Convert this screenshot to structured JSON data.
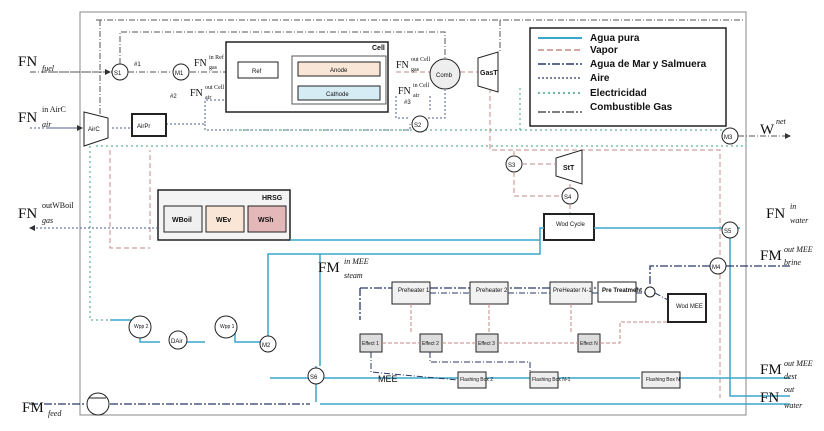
{
  "external_labels": {
    "fn_fuel": {
      "main": "FN",
      "sub": "fuel"
    },
    "fn_air": {
      "main": "FN",
      "sup": "in AirC",
      "sub": "air"
    },
    "fn_gas": {
      "main": "FN",
      "sup": "outWBoil",
      "sub": "gas"
    },
    "fm_feed": {
      "main": "FM",
      "sub": "feed"
    },
    "w_net": {
      "main": "W",
      "sup": "net"
    },
    "fn_water_in": {
      "main": "FN",
      "sup": "in",
      "sub": "water"
    },
    "fm_brine": {
      "main": "FM",
      "sup": "out MEE",
      "sub": "brine"
    },
    "fm_dest": {
      "main": "FM",
      "sup": "out MEE",
      "sub": "dest"
    },
    "fn_water_out": {
      "main": "FN",
      "sup": "out",
      "sub": "water"
    },
    "fm_steam": {
      "main": "FM",
      "sup": "in MEE",
      "sub": "steam"
    }
  },
  "stream_labels": {
    "fn_ref": {
      "main": "FN",
      "sup": "in Ref",
      "sub": "gas"
    },
    "fn_air_cell": {
      "main": "FN",
      "sup": "out Cell",
      "sub": "air"
    },
    "fn_gas_cell": {
      "main": "FN",
      "sup": "out Cell",
      "sub": "gas"
    },
    "fn_air_in_cell": {
      "main": "FN",
      "sup": "in Cell",
      "sub": "air"
    },
    "n1": "#1",
    "n2": "#2",
    "n3": "#3"
  },
  "nodes": {
    "s1": "S1",
    "m1": "M1",
    "s2": "S2",
    "s3": "S3",
    "s4": "S4",
    "s5": "S5",
    "s6": "S6",
    "m2": "M2",
    "m3": "M3",
    "m4": "M4",
    "dair": "DAir",
    "wpp1": "Wpp 1",
    "wpp2": "Wpp 2"
  },
  "blocks": {
    "cell": "Cell",
    "ref": "Ref",
    "anode": "Anode",
    "cathode": "Cathode",
    "comb": "Comb",
    "gast": "GasT",
    "airc": "AirC",
    "airpr": "AirPr",
    "stt": "StT",
    "wod_cycle": "Wod Cycle",
    "hrsg": "HRSG",
    "wboil": "WBoil",
    "wev": "WEv",
    "wsh": "WSh",
    "preheater1": "Preheater 1",
    "preheater2": "Preheater 2",
    "preheatern": "PreHeater N-1",
    "pretreatment": "Pre Treatment",
    "wod_mee": "Wod MEE",
    "effect1": "Effect 1",
    "effect2": "Effect 2",
    "effect3": "Effect 3",
    "effectn": "Effect N",
    "flash2": "Flashing Box 2",
    "flashn1": "Flashing Box N-1",
    "flashn": "Flashing Box N",
    "mee": "MEE"
  },
  "legend": [
    {
      "label": "Agua pura",
      "color": "#3aa6c9",
      "style": "solid"
    },
    {
      "label": "Vapor",
      "color": "#c58a84",
      "style": "dash"
    },
    {
      "label": "Agua de Mar y Salmuera",
      "color": "#2a3a6a",
      "style": "dashdot"
    },
    {
      "label": "Aire",
      "color": "#4b5c8a",
      "style": "dot"
    },
    {
      "label": "Electricidad",
      "color": "#3fa27a",
      "style": "dot"
    },
    {
      "label": "Combustible Gas",
      "color": "#555555",
      "style": "dashdot"
    }
  ]
}
